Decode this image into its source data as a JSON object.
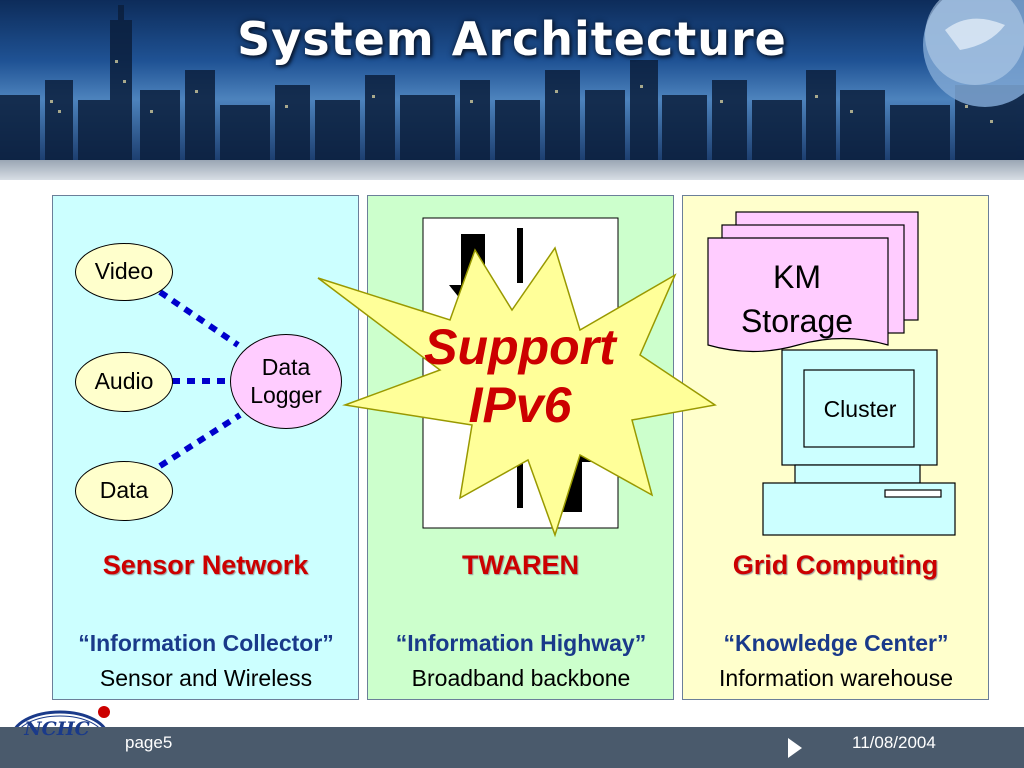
{
  "slide": {
    "title": "System Architecture"
  },
  "sensor_network": {
    "nodes": [
      "Video",
      "Audio",
      "Data"
    ],
    "logger_line1": "Data",
    "logger_line2": "Logger",
    "title": "Sensor Network",
    "quote": "“Information Collector”",
    "subtitle": "Sensor and Wireless"
  },
  "twaren": {
    "title": "TWAREN",
    "quote": "“Information Highway”",
    "subtitle": "Broadband backbone",
    "starburst_line1": "Support",
    "starburst_line2": "IPv6"
  },
  "grid": {
    "storage_line1": "KM",
    "storage_line2": "Storage",
    "cluster_label": "Cluster",
    "title": "Grid Computing",
    "quote": "“Knowledge Center”",
    "subtitle": "Information warehouse"
  },
  "footer": {
    "logo": "NCHC",
    "page": "page5",
    "date": "11/08/2004"
  },
  "colors": {
    "sensor_bg": "#ccffff",
    "twaren_bg": "#ccffcc",
    "grid_bg": "#ffffcc",
    "section_title": "#cc0000",
    "quote": "#1a3a8a",
    "connector": "#0000cc",
    "starburst": "#ffff99",
    "storage": "#ffccff",
    "computer": "#ccffff"
  }
}
